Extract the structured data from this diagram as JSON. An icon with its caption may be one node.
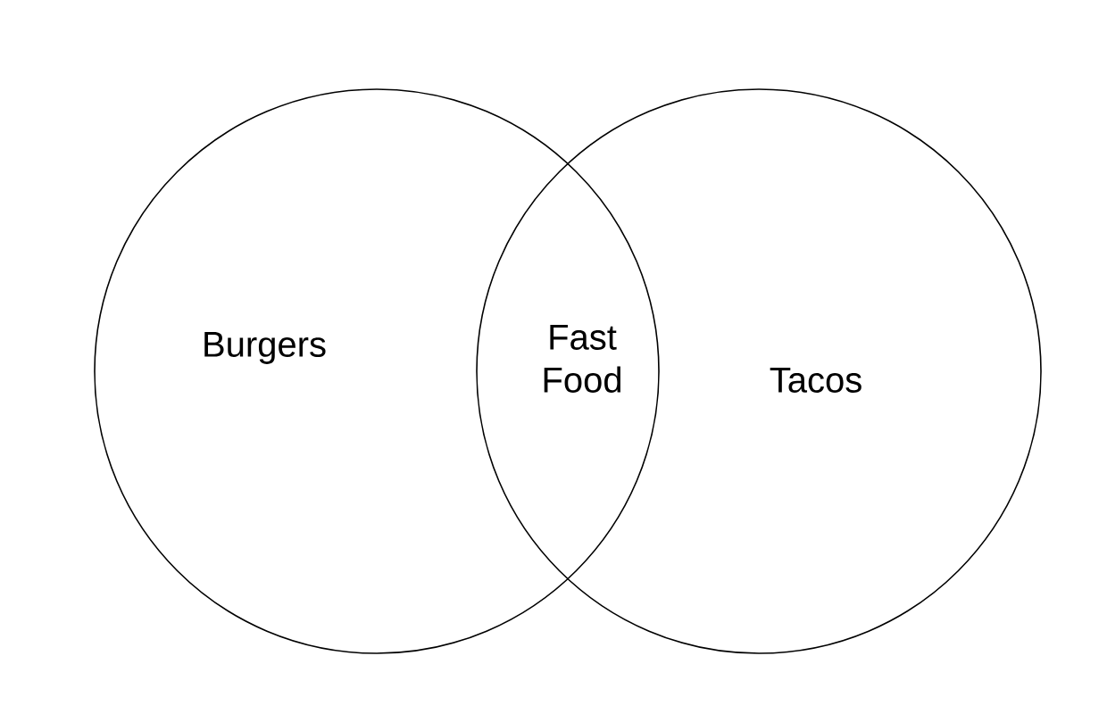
{
  "diagram": {
    "nodes": [
      {
        "text": [
          "Burgers"
        ]
      },
      {
        "text": [
          "Tacos"
        ]
      }
    ],
    "labels": [
      "Fast Food"
    ]
  }
}
